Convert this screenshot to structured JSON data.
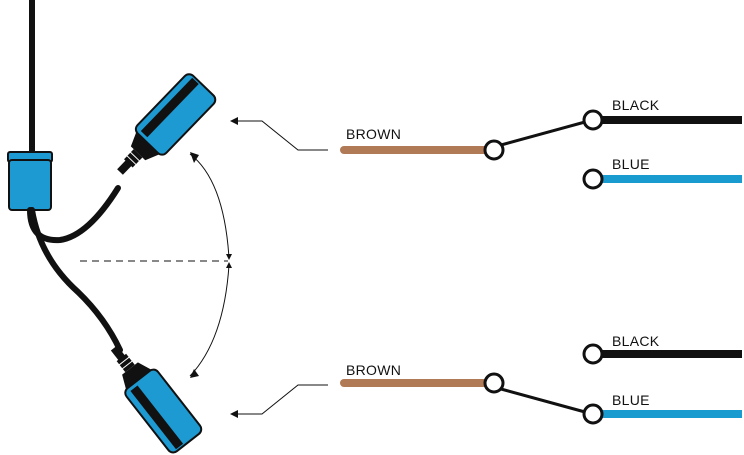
{
  "colors": {
    "brown": "#b07a56",
    "black": "#111111",
    "blue": "#1a9bd0",
    "float_body": "#1d9ad2",
    "outline": "#111111"
  },
  "icons": {
    "float_switch": "float-switch-icon",
    "cable_clamp": "cable-clamp-icon",
    "terminal": "terminal-circle-icon"
  },
  "switch_states": [
    {
      "id": "float-up",
      "input_label": "BROWN",
      "outputs": [
        {
          "label": "BLACK",
          "connected": true
        },
        {
          "label": "BLUE",
          "connected": false
        }
      ]
    },
    {
      "id": "float-down",
      "input_label": "BROWN",
      "outputs": [
        {
          "label": "BLACK",
          "connected": false
        },
        {
          "label": "BLUE",
          "connected": true
        }
      ]
    }
  ]
}
